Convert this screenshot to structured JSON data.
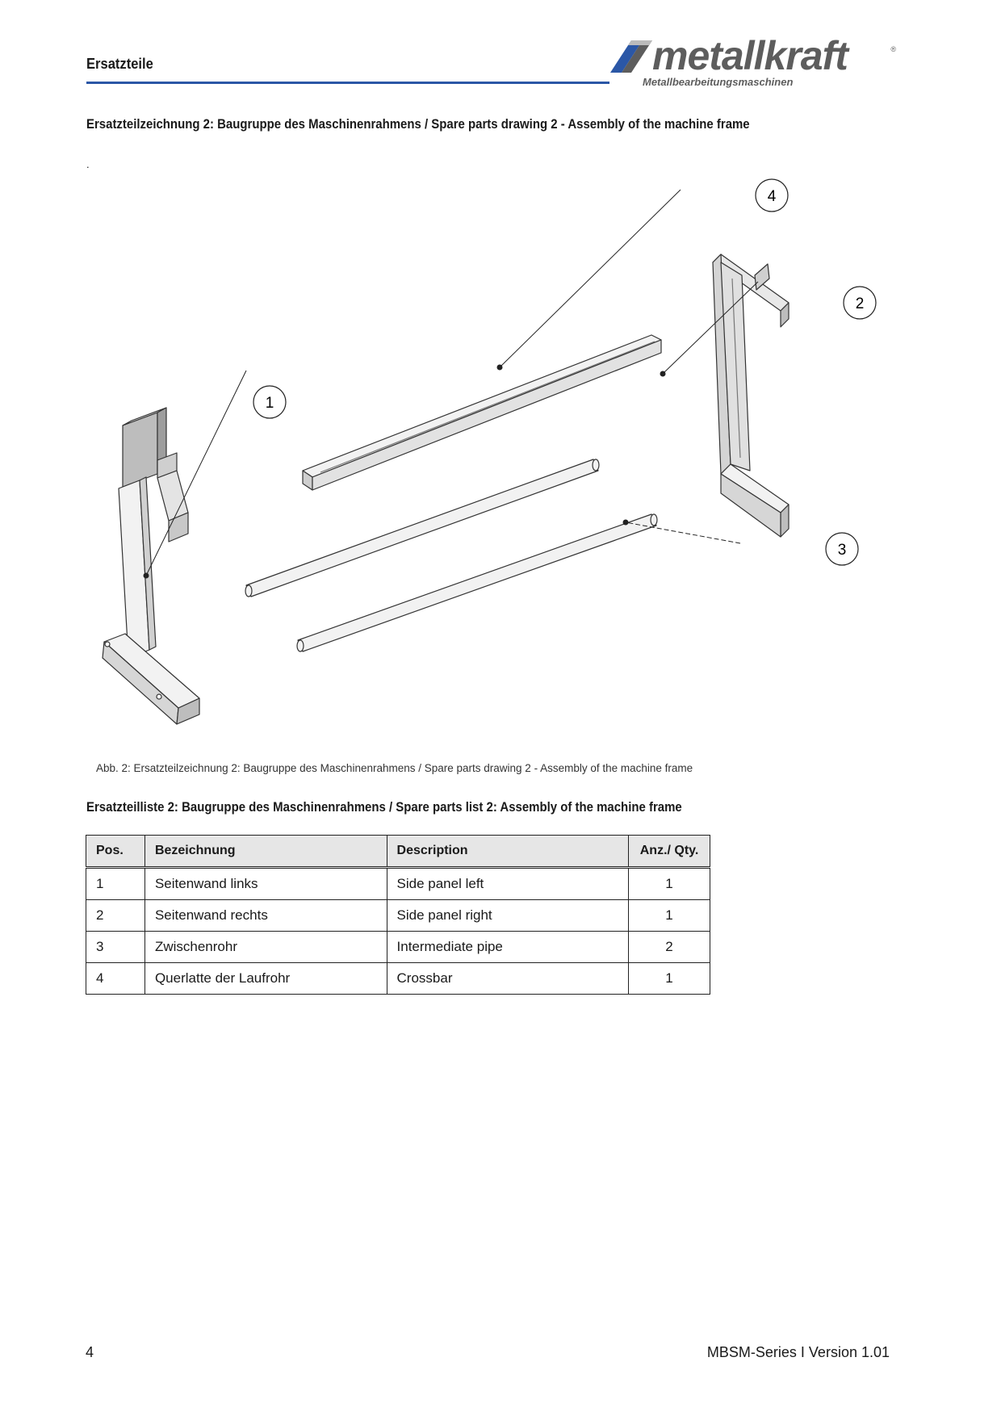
{
  "header": {
    "section": "Ersatzteile",
    "logo_text": "metallkraft",
    "logo_reg": "®",
    "logo_sub": "Metallbearbeitungsmaschinen"
  },
  "drawing": {
    "heading": "Ersatzteilzeichnung 2: Baugruppe des Maschinenrahmens / Spare parts drawing 2 - Assembly of the machine frame",
    "stray_mark": ".",
    "callouts": [
      "1",
      "2",
      "3",
      "4"
    ],
    "caption": "Abb. 2: Ersatzteilzeichnung 2: Baugruppe des Maschinenrahmens / Spare parts drawing 2 - Assembly of the machine frame"
  },
  "parts_list": {
    "heading": "Ersatzteilliste 2: Baugruppe des Maschinenrahmens / Spare parts list 2: Assembly of the machine frame",
    "columns": [
      "Pos.",
      "Bezeichnung",
      "Description",
      "Anz./ Qty."
    ],
    "rows": [
      {
        "pos": "1",
        "bez": "Seitenwand links",
        "desc": "Side panel left",
        "qty": "1"
      },
      {
        "pos": "2",
        "bez": "Seitenwand rechts",
        "desc": "Side panel right",
        "qty": "1"
      },
      {
        "pos": "3",
        "bez": "Zwischenrohr",
        "desc": "Intermediate pipe",
        "qty": "2"
      },
      {
        "pos": "4",
        "bez": "Querlatte der Laufrohr",
        "desc": "Crossbar",
        "qty": "1"
      }
    ]
  },
  "footer": {
    "page": "4",
    "version": "MBSM-Series I Version 1.01"
  }
}
